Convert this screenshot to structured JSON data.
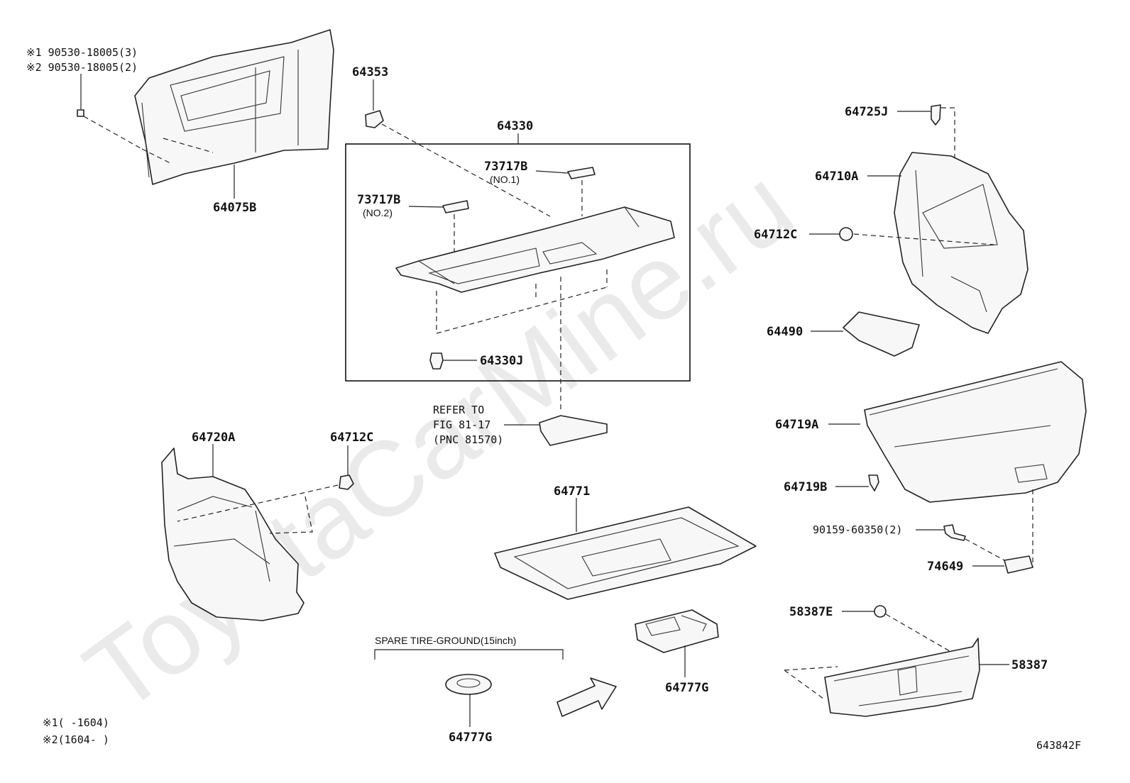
{
  "diagram": {
    "watermark": "ToyotaCarMine.ru",
    "figure_code": "643842F",
    "labels": {
      "note_line1": "※1 90530-18005(3)",
      "note_line2": "※2 90530-18005(2)",
      "p64075B": "64075B",
      "p64353": "64353",
      "p64330": "64330",
      "p73717B_1": "73717B",
      "no1": "(NO.1)",
      "p73717B_2": "73717B",
      "no2": "(NO.2)",
      "p64330J": "64330J",
      "refer1": "REFER TO",
      "refer2": "FIG 81-17",
      "refer3": "(PNC 81570)",
      "p64725J": "64725J",
      "p64710A": "64710A",
      "p64712C_r": "64712C",
      "p64490": "64490",
      "p64719A": "64719A",
      "p64719B": "64719B",
      "p90159": "90159-60350(2)",
      "p74649": "74649",
      "p58387E": "58387E",
      "p58387": "58387",
      "p64720A": "64720A",
      "p64712C_l": "64712C",
      "p64771": "64771",
      "spare": "SPARE TIRE-GROUND(15inch)",
      "p64777G_a": "64777G",
      "p64777G_b": "64777G",
      "foot1": "※1(    -1604)",
      "foot2": "※2(1604-     )"
    }
  }
}
